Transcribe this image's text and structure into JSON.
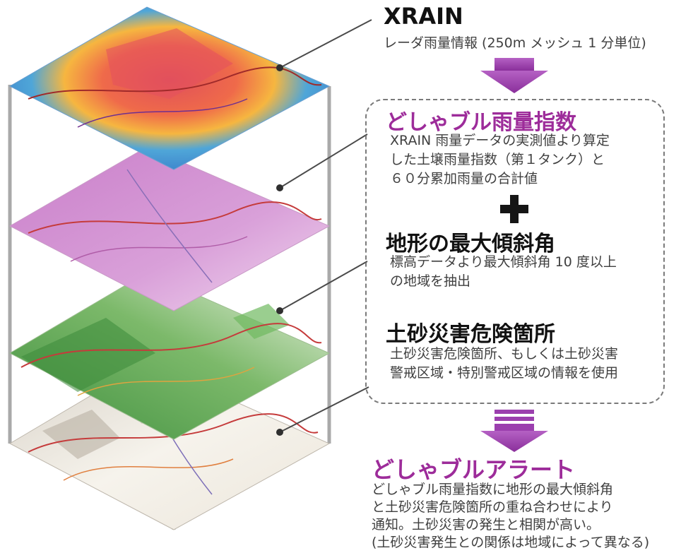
{
  "xrain": {
    "title": "XRAIN",
    "subtitle": "レーダ雨量情報 (250m メッシュ 1 分単位)"
  },
  "index": {
    "title": "どしゃブル雨量指数",
    "lines": [
      "XRAIN 雨量データの実測値より算定",
      "した土壌雨量指数（第１タンク）と",
      "６０分累加雨量の合計値"
    ]
  },
  "plus_symbol": "+",
  "slope": {
    "title": "地形の最大傾斜角",
    "lines": [
      "標高データより最大傾斜角 10 度以上",
      "の地域を抽出"
    ]
  },
  "hazard": {
    "title": "土砂災害危険箇所",
    "lines": [
      "土砂災害危険箇所、もしくは土砂災害",
      "警戒区域・特別警戒区域の情報を使用"
    ]
  },
  "alert": {
    "title": "どしゃブルアラート",
    "lines": [
      "どしゃブル雨量指数に地形の最大傾斜角",
      "と土砂災害危険箇所の重ね合わせにより",
      "通知。土砂災害の発生と相関が高い。",
      "(土砂災害発生との関係は地域によって異なる)"
    ]
  },
  "colors": {
    "accent_purple": "#9d2c9a",
    "arrow_purple": "#9b3fae",
    "layer_rain": "#e8584a",
    "layer_index": "#d69ad6",
    "layer_slope": "#4f9d4c",
    "layer_hazard": "#f4f1ea"
  },
  "layers": [
    "rain-radar-layer",
    "rain-index-layer",
    "slope-layer",
    "hazard-layer"
  ]
}
